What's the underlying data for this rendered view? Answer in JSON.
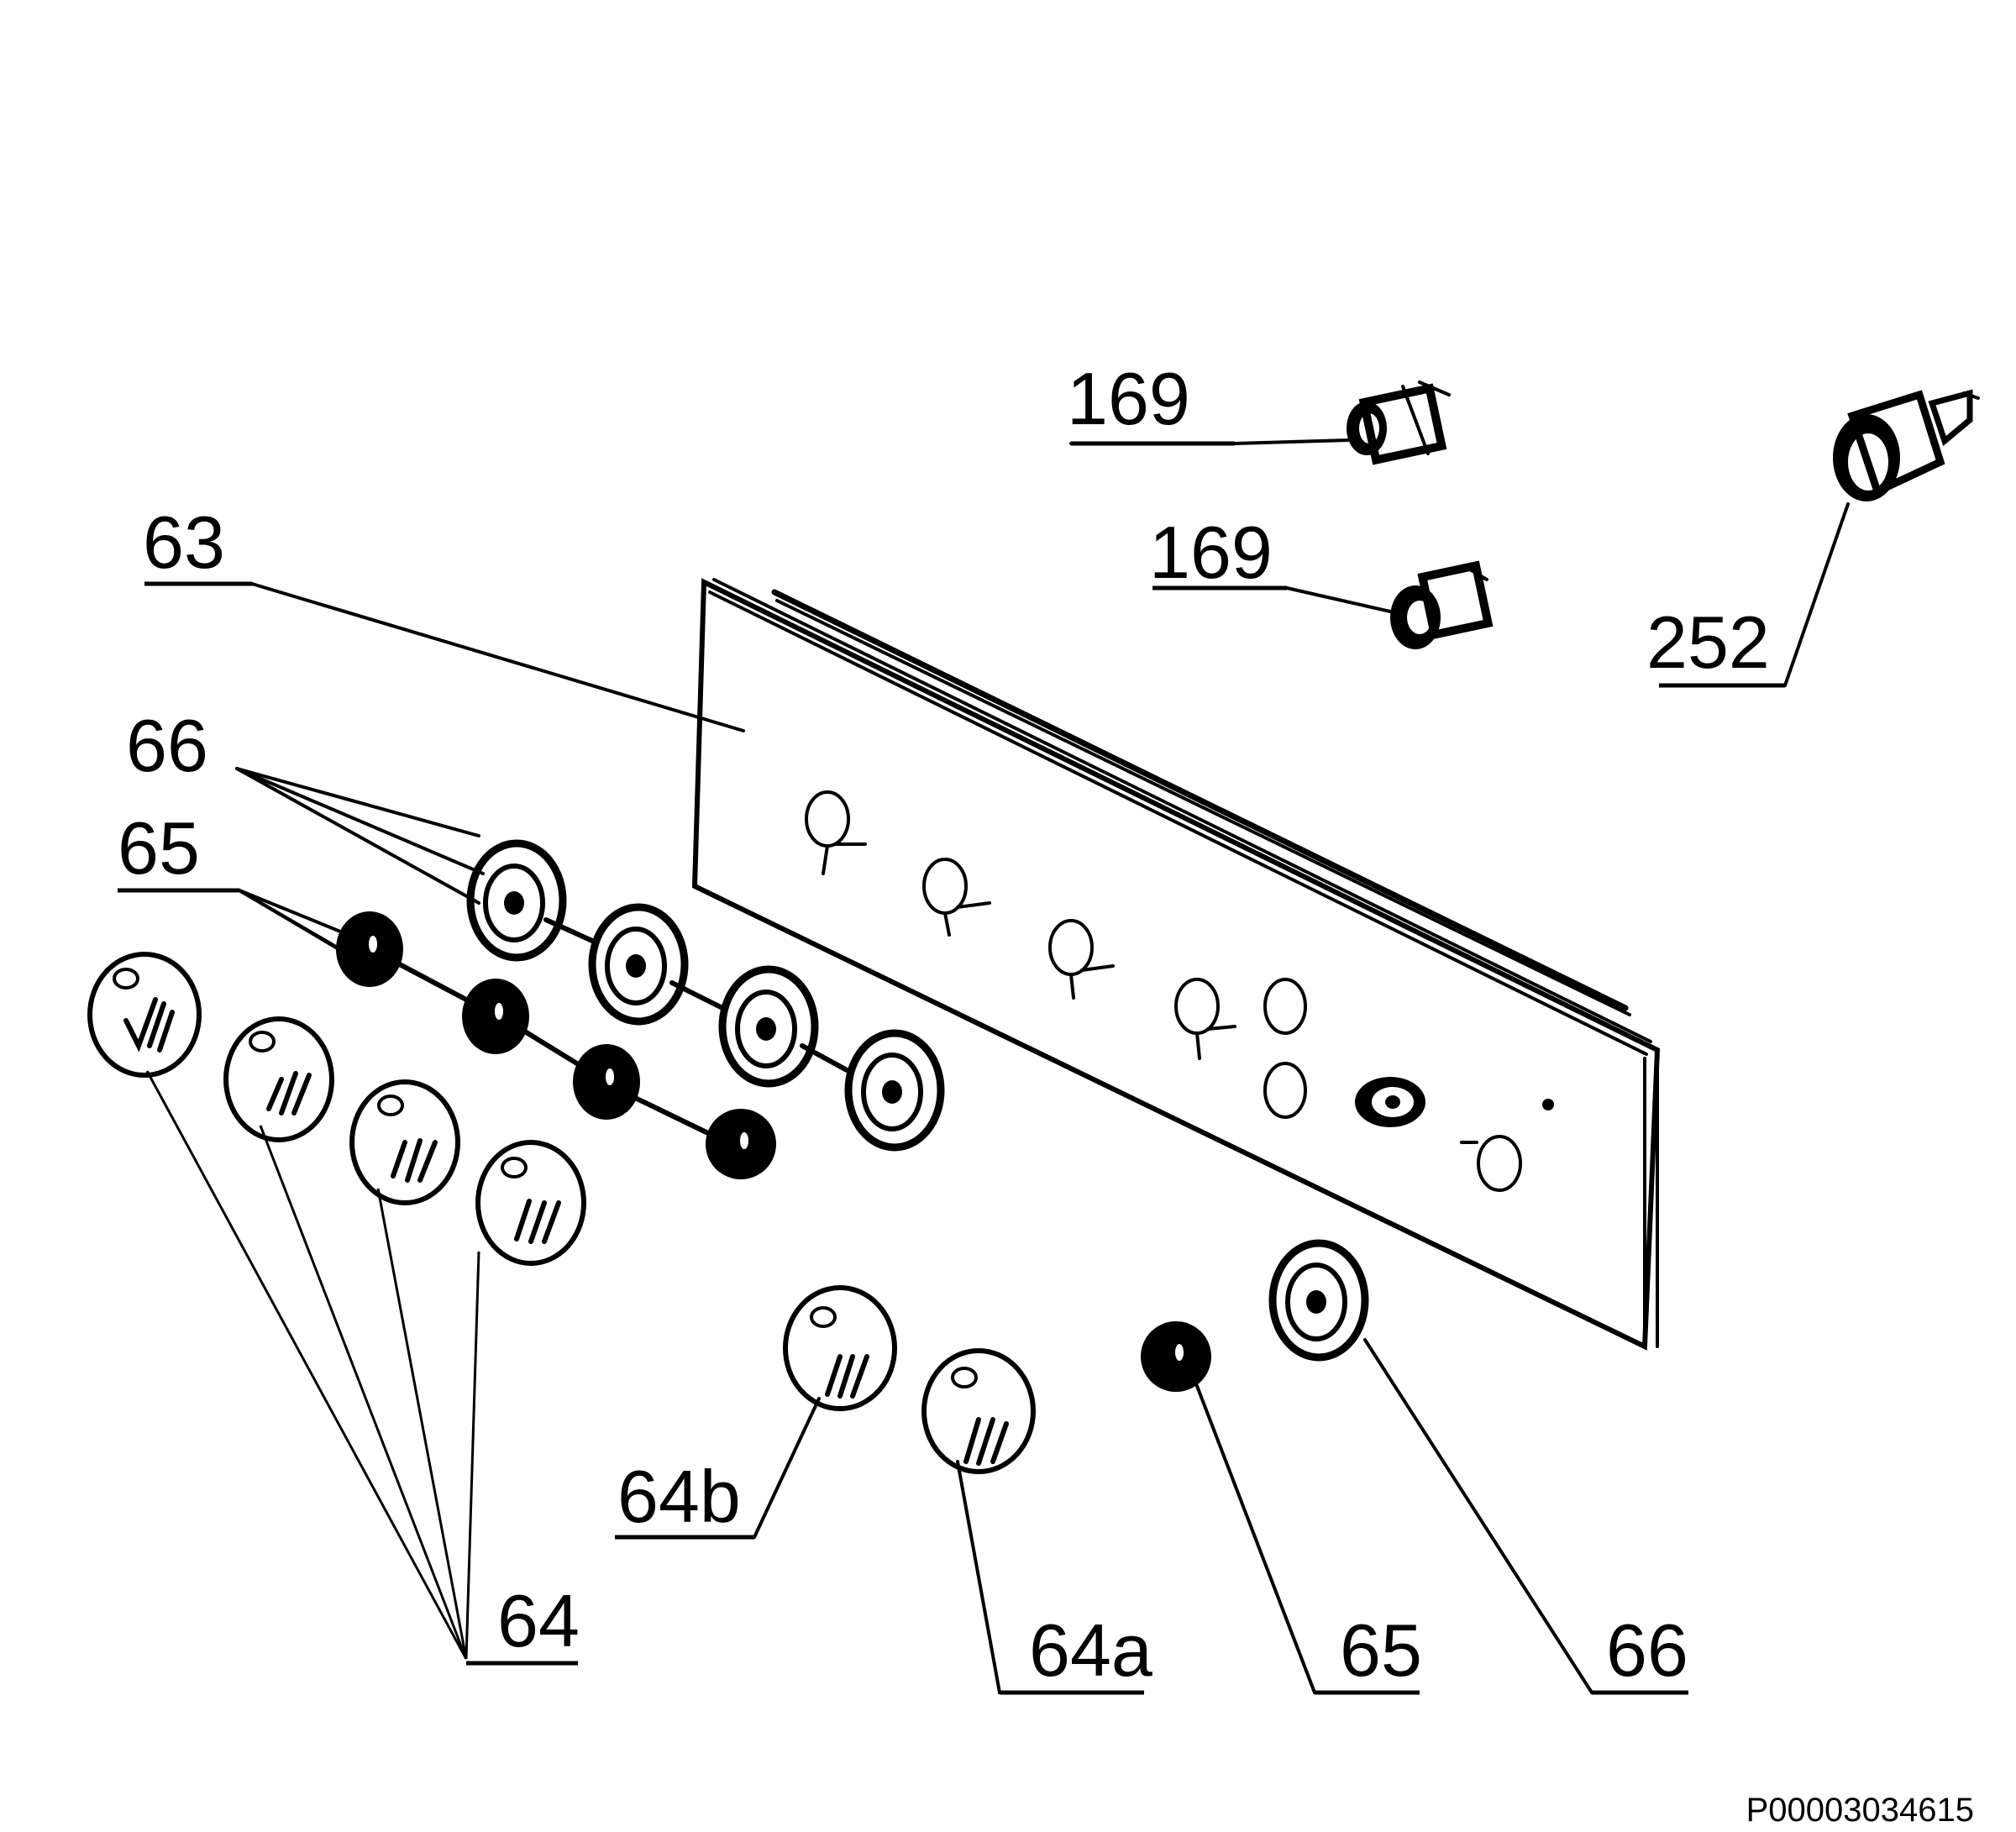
{
  "diagram": {
    "labels": {
      "l169a": "169",
      "l169b": "169",
      "l252": "252",
      "l63": "63",
      "l66a": "66",
      "l65a": "65",
      "l64": "64",
      "l64b": "64b",
      "l64a": "64a",
      "l65b": "65",
      "l66b": "66"
    },
    "part_number": "P00003034615",
    "colors": {
      "ink": "#000000",
      "paper": "#ffffff"
    }
  }
}
